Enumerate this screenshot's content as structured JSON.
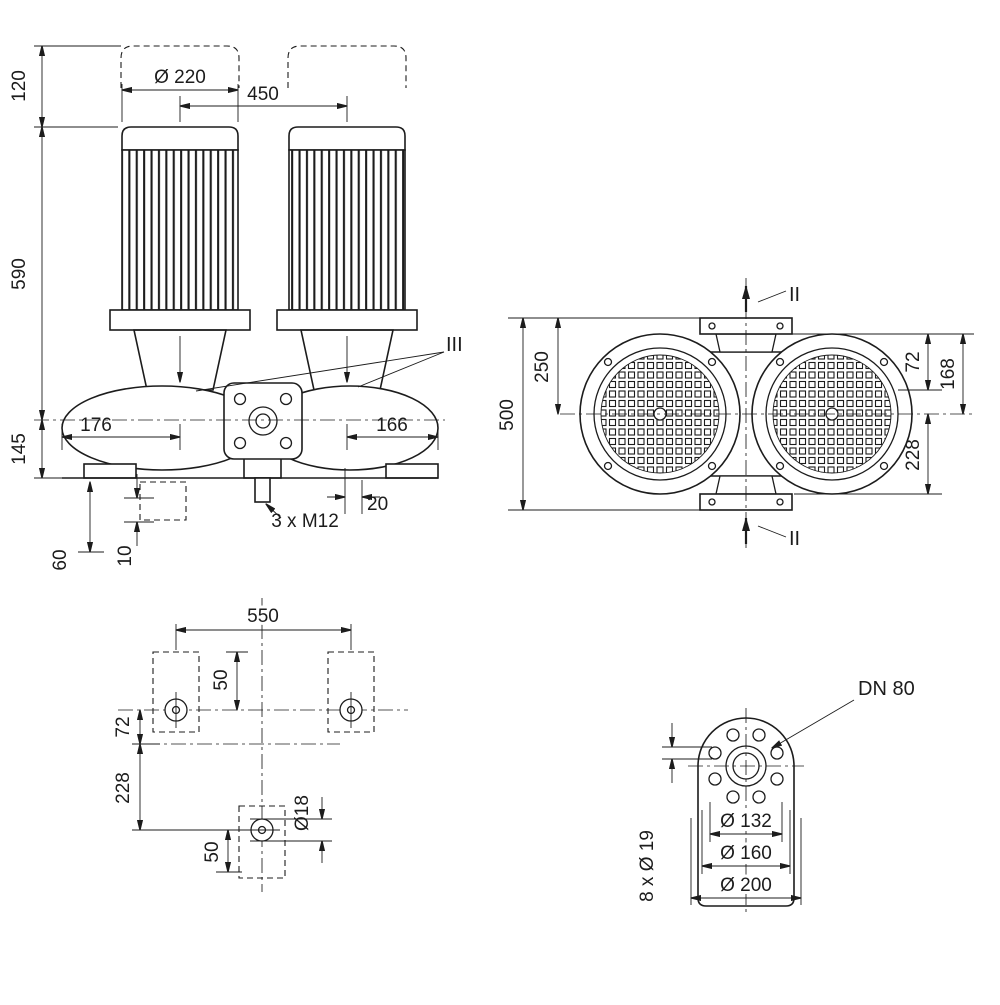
{
  "meta": {
    "background": "#ffffff",
    "ink": "#1c1c1c"
  },
  "front": {
    "section_mark": "III",
    "dims": {
      "clearance": "120",
      "motor_dia": "Ø 220",
      "spacing": "450",
      "height": "590",
      "axis_to_base": "145",
      "left_to_axis": "176",
      "axis_to_right": "166",
      "base_depth": "60",
      "grout": "10",
      "slot": "20",
      "anchors": "3 x M12"
    }
  },
  "top": {
    "section_mark": "II",
    "dims": {
      "overall": "500",
      "to_axis": "250",
      "a": "72",
      "b": "168",
      "c": "228"
    }
  },
  "plan": {
    "dims": {
      "bolt_spacing": "550",
      "top_offset": "50",
      "to_axis": "72",
      "axis_to_bolt": "228",
      "bottom_offset": "50",
      "hole_dia": "Ø18"
    }
  },
  "flange": {
    "nominal": "DN 80",
    "bolt_holes": "8 x Ø 19",
    "dia_inner": "Ø 132",
    "dia_bolt_circle": "Ø 160",
    "dia_outer": "Ø 200"
  }
}
